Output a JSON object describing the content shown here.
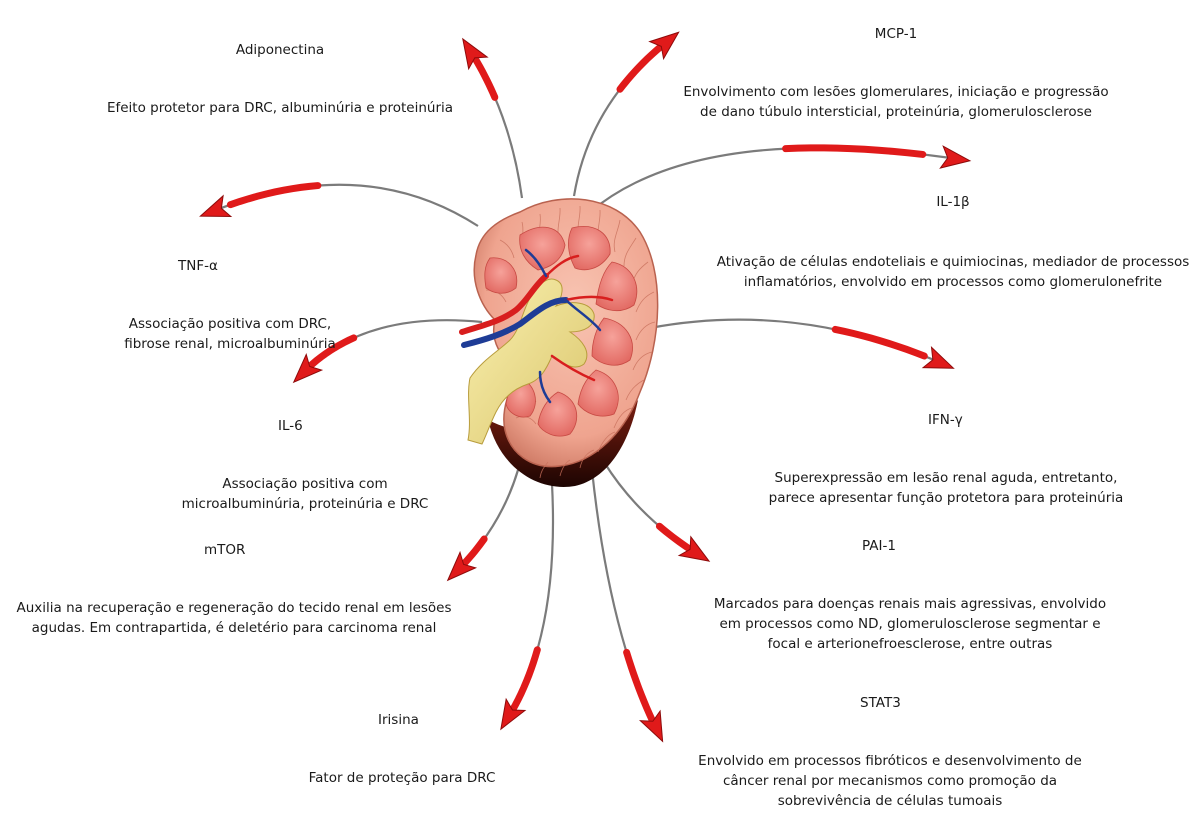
{
  "mediators": [
    {
      "id": "adiponectina",
      "name": "Adiponectina",
      "description": "Efeito protetor para DRC, albuminúria e proteinúria"
    },
    {
      "id": "mcp1",
      "name": "MCP-1",
      "description": "Envolvimento com lesões glomerulares, iniciação e progressão\nde dano túbulo intersticial, proteinúria, glomerulosclerose"
    },
    {
      "id": "il1b",
      "name": "IL-1β",
      "description": "Ativação de células endoteliais e quimiocinas, mediador de processos\ninflamatórios, envolvido em processos como glomerulonefrite"
    },
    {
      "id": "tnfa",
      "name": "TNF-α",
      "description": "Associação positiva com  DRC,\nfibrose renal, microalbuminúria"
    },
    {
      "id": "il6",
      "name": "IL-6",
      "description": "Associação positiva com\nmicroalbuminúria, proteinúria e DRC"
    },
    {
      "id": "ifng",
      "name": "IFN-γ",
      "description": "Superexpressão em lesão renal aguda, entretanto,\nparece apresentar função protetora para proteinúria"
    },
    {
      "id": "mtor",
      "name": "mTOR",
      "description": "Auxilia na recuperação e regeneração do tecido renal em lesões\nagudas. Em contrapartida, é deletério para carcinoma renal"
    },
    {
      "id": "pai1",
      "name": "PAI-1",
      "description": "Marcados para doenças renais mais agressivas, envolvido\nem processos como ND, glomerulosclerose segmentar e\nfocal e arterionefroesclerose,  entre outras"
    },
    {
      "id": "irisina",
      "name": "Irisina",
      "description": "Fator de proteção para DRC"
    },
    {
      "id": "stat3",
      "name": "STAT3",
      "description": "Envolvido em processos fibróticos e desenvolvimento de\ncâncer renal por mecanismos como promoção da\nsobrevivência de células tumoais"
    }
  ],
  "colors": {
    "arrow_red": "#e01a1a",
    "arrow_dark": "#8e0b0b",
    "kidney_cortex": "#f4b6a4",
    "kidney_pyramid": "#ef7f78",
    "kidney_dark": "#3a0a05",
    "pelvis": "#f2e48c",
    "artery": "#d81e1e",
    "vein": "#1e3c96"
  },
  "icons": {
    "organ": "kidney-icon"
  }
}
